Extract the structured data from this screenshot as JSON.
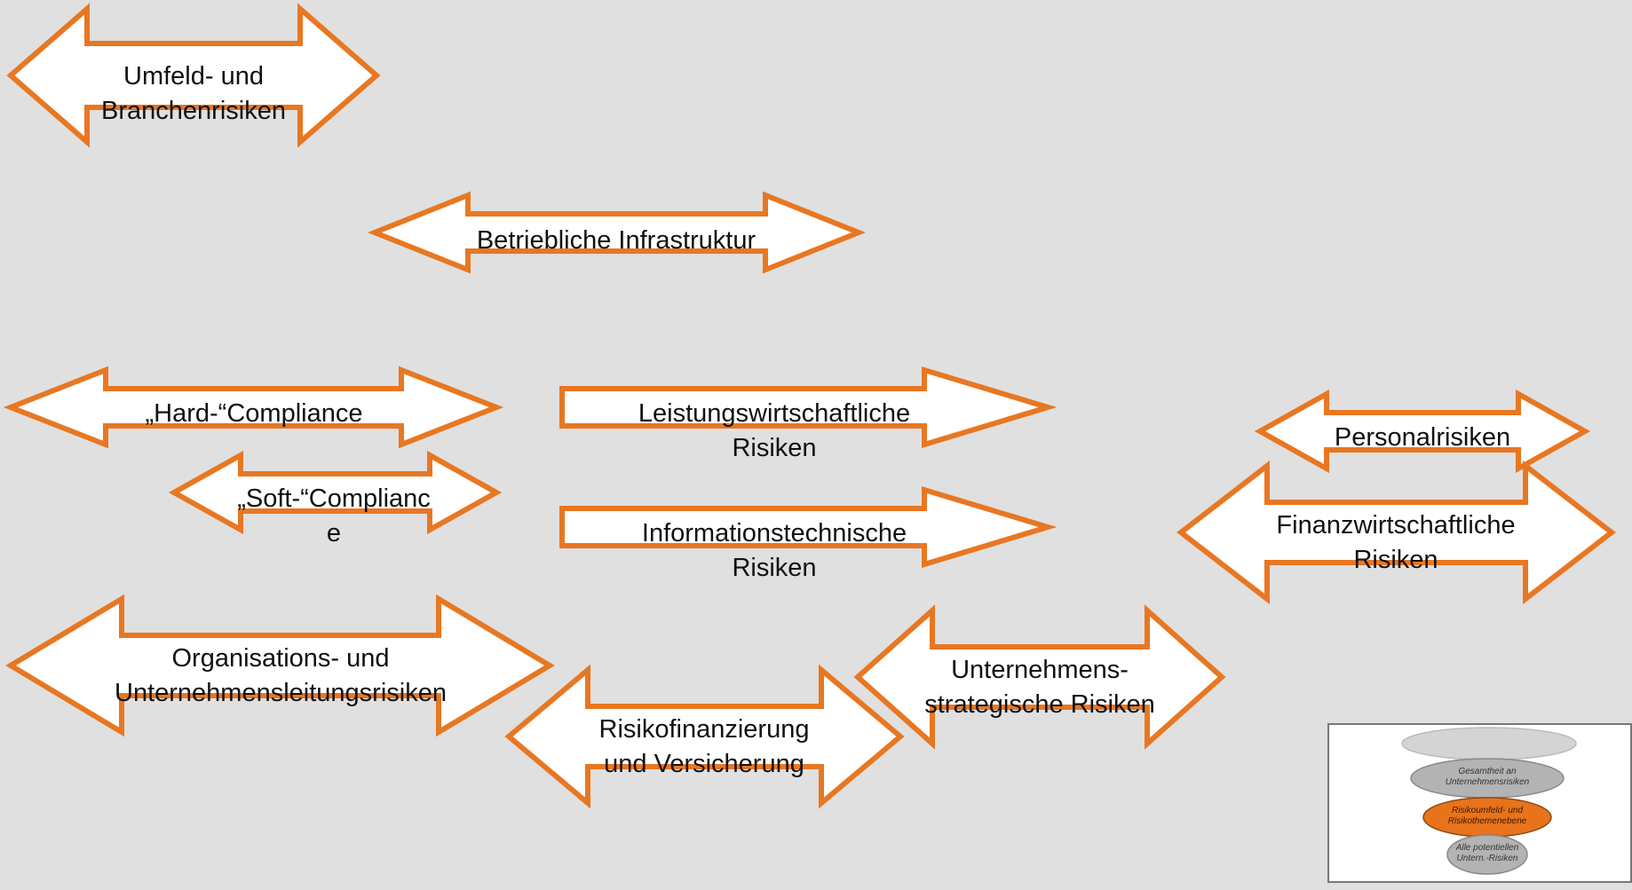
{
  "colors": {
    "background": "#e0e0e0",
    "arrow_stroke": "#e87722",
    "arrow_fill": "#ffffff",
    "highlight": "#e8731a"
  },
  "arrows": [
    {
      "id": "umfeld",
      "text": "Umfeld- und\nBranchenrisiken"
    },
    {
      "id": "infrastruktur",
      "text": "Betriebliche Infrastruktur"
    },
    {
      "id": "hard-compliance",
      "text": "„Hard-“Compliance"
    },
    {
      "id": "soft-compliance",
      "text": "„Soft-“Complianc\ne"
    },
    {
      "id": "leistung",
      "text": "Leistungswirtschaftliche\nRisiken"
    },
    {
      "id": "it",
      "text": "Informationstechnische\nRisiken"
    },
    {
      "id": "personal",
      "text": "Personalrisiken"
    },
    {
      "id": "finanz",
      "text": "Finanzwirtschaftliche\nRisiken"
    },
    {
      "id": "organisation",
      "text": "Organisations- und\nUnternehmensleitungsrisiken"
    },
    {
      "id": "risikofinanzierung",
      "text": "Risikofinanzierung\nund Versicherung"
    },
    {
      "id": "strategie",
      "text": "Unternehmens-\nstrategische Risiken"
    }
  ],
  "inset": {
    "levels": [
      {
        "text": ""
      },
      {
        "text": "Gesamtheit an\nUnternehmensrisiken"
      },
      {
        "text": "Risikoumfeld- und\nRisikothemenebene"
      },
      {
        "text": "Alle potentiellen\nUntern.-Risiken"
      }
    ]
  }
}
